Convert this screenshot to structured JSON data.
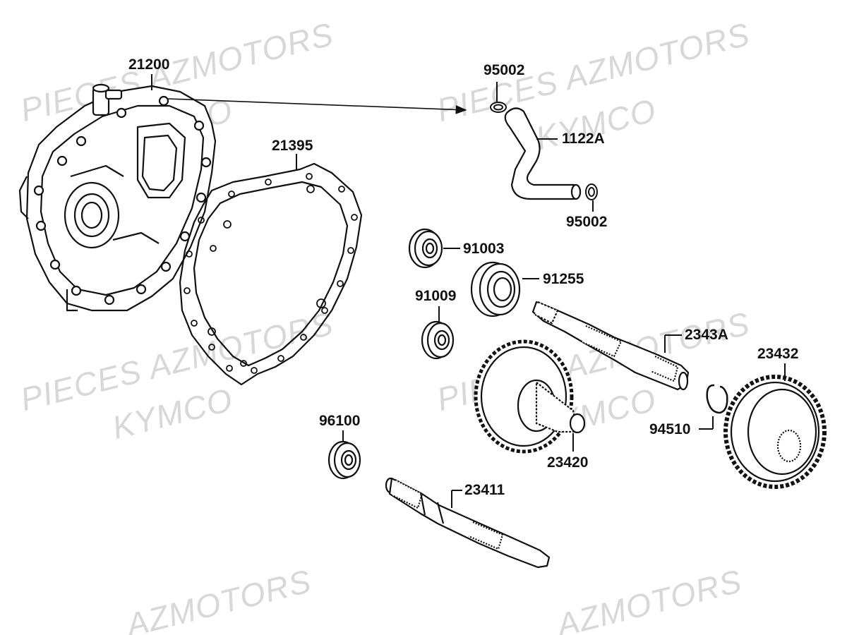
{
  "watermarks": {
    "line1": "PIECES AZMOTORS",
    "line2": "KYMCO",
    "line3": "AZMOTORS"
  },
  "parts": {
    "case": "21200",
    "gasket": "21395",
    "clip_top": "95002",
    "hose": "1122A",
    "clip_bottom": "95002",
    "bearing_91003": "91003",
    "bearing_91255": "91255",
    "bearing_91009": "91009",
    "final_shaft": "2343A",
    "final_gear": "23432",
    "circlip": "94510",
    "counter_gear": "23420",
    "bearing_96100": "96100",
    "drive_shaft": "23411"
  }
}
